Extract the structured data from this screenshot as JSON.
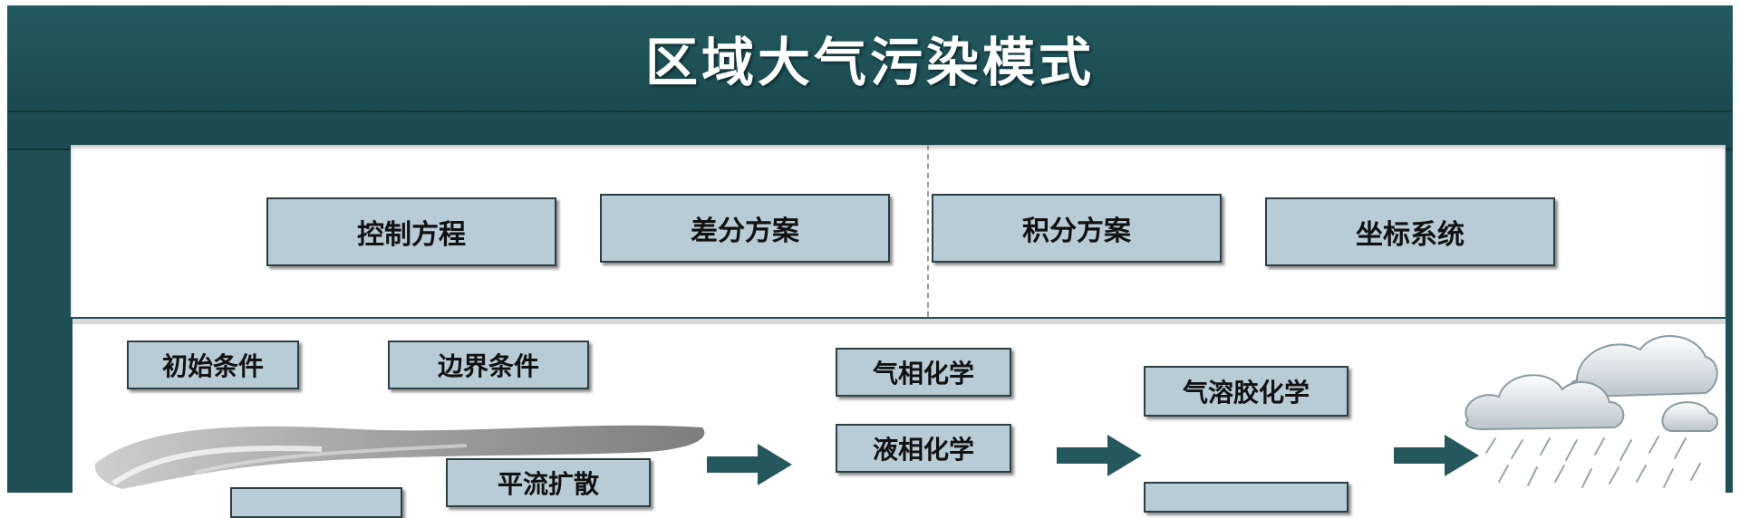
{
  "title": "区域大气污染模式",
  "top_row": {
    "items": [
      {
        "label": "控制方程"
      },
      {
        "label": "差分方案"
      },
      {
        "label": "积分方案"
      },
      {
        "label": "坐标系统"
      }
    ]
  },
  "bottom_row": {
    "initial_conditions": "初始条件",
    "boundary_conditions": "边界条件",
    "advection_diffusion": "平流扩散",
    "gas_phase_chemistry": "气相化学",
    "liquid_phase_chemistry": "液相化学",
    "aerosol_chemistry": "气溶胶化学"
  },
  "colors": {
    "frame": "#1e4f54",
    "box_fill": "#b7ccd6",
    "arrow": "#24585c"
  }
}
